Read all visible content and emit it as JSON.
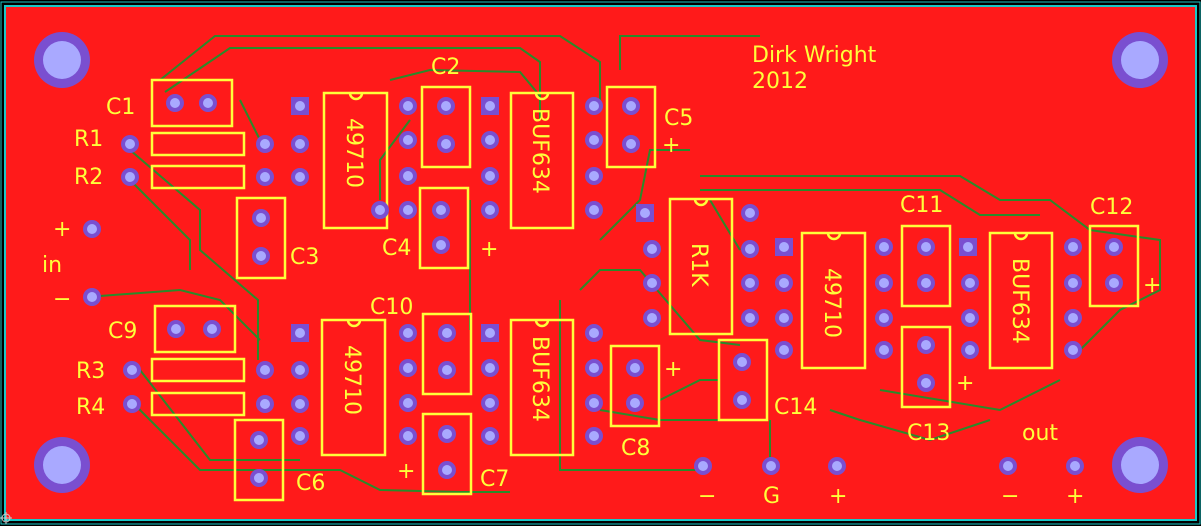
{
  "board": {
    "author": "Dirk Wright",
    "year": "2012",
    "colors": {
      "copper": "#ff1a1a",
      "trace_outline": "#2a8a2a",
      "silkscreen": "#ffff3a",
      "pad": "#7a4fd0",
      "drill": "#a9a9ff",
      "outline": "#19c8c8",
      "background": "#000000"
    }
  },
  "components": {
    "c1": "C1",
    "c2": "C2",
    "c3": "C3",
    "c4": "C4",
    "c5": "C5",
    "c6": "C6",
    "c7": "C7",
    "c8": "C8",
    "c9": "C9",
    "c10": "C10",
    "c11": "C11",
    "c12": "C12",
    "c13": "C13",
    "c14": "C14",
    "r1": "R1",
    "r2": "R2",
    "r3": "R3",
    "r4": "R4",
    "ic1": "49710",
    "ic2": "BUF634",
    "ic3": "49710",
    "ic4": "BUF634",
    "ic5": "R1K",
    "ic6": "49710",
    "ic7": "BUF634"
  },
  "connectors": {
    "in_label": "in",
    "in_plus": "+",
    "in_minus": "−",
    "power_minus": "−",
    "power_ground": "G",
    "power_plus": "+",
    "out_label": "out",
    "out_minus": "−",
    "out_plus": "+"
  },
  "polarity_marks": {
    "c4": "+",
    "c5": "+",
    "c6": "+",
    "c8": "+",
    "c12": "+",
    "c13": "+"
  }
}
